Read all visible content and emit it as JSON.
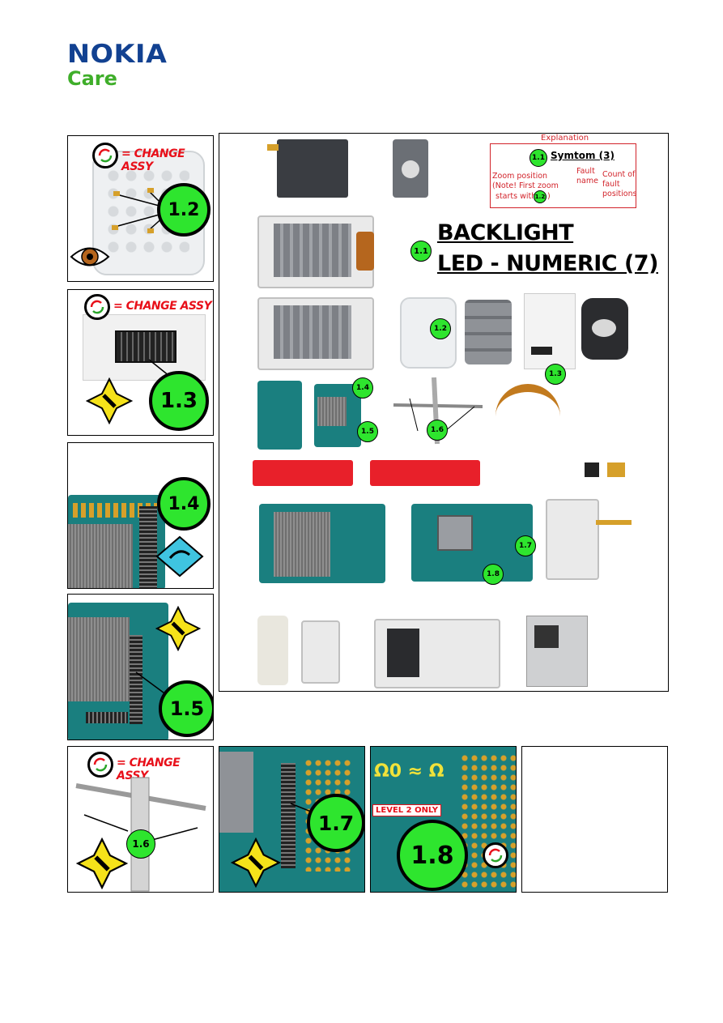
{
  "header": {
    "brand": "NOKIA",
    "sub_brand": "Care"
  },
  "overview": {
    "explanation_label": "Explanation",
    "legend": {
      "zoom_badge": "1.1",
      "symptom": "Symtom (3)",
      "zoom_position": "Zoom position",
      "note_line1": "(Note! First zoom",
      "note_line2": "starts with",
      "note_badge": "1.2",
      "note_end": ")",
      "fault_name_1": "Fault",
      "fault_name_2": "name",
      "count_1": "Count of",
      "count_2": "fault",
      "count_3": "positions"
    },
    "title_badge": "1.1",
    "title_line1": "BACKLIGHT",
    "title_line2": "LED - NUMERIC (7)",
    "markers": [
      "1.2",
      "1.3",
      "1.4",
      "1.5",
      "1.6",
      "1.7",
      "1.8"
    ]
  },
  "zooms": {
    "z12": {
      "badge": "1.2",
      "change": "= CHANGE ASSY"
    },
    "z13": {
      "badge": "1.3",
      "change": "= CHANGE ASSY"
    },
    "z14": {
      "badge": "1.4"
    },
    "z15": {
      "badge": "1.5"
    },
    "z16": {
      "badge": "1.6",
      "change": "= CHANGE ASSY"
    },
    "z17": {
      "badge": "1.7"
    },
    "z18": {
      "badge": "1.8",
      "level": "LEVEL 2 ONLY",
      "omega": "Ω0 ≈ Ω"
    }
  },
  "colors": {
    "nokia_blue": "#124191",
    "care_green": "#3fae2a",
    "badge_green": "#2ee52e",
    "alert_red": "#e8101a"
  }
}
